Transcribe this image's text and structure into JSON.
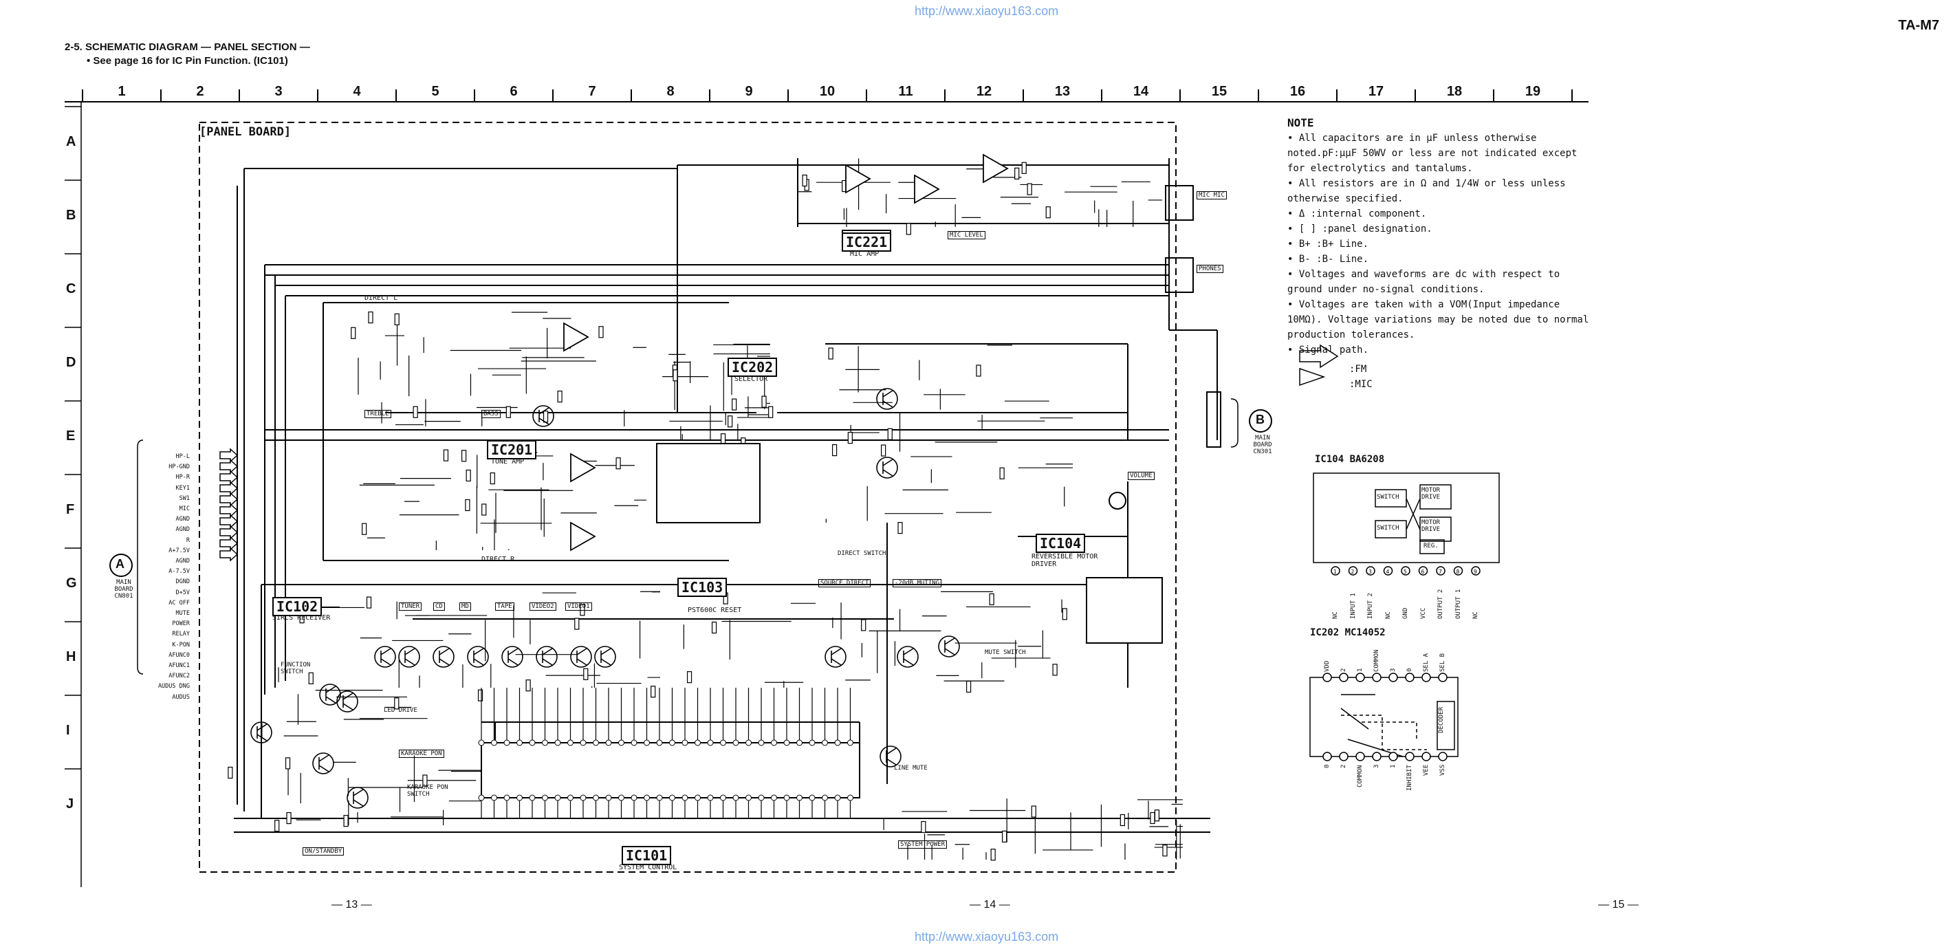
{
  "watermark": "http://www.xiaoyu163.com",
  "model": "TA-M7",
  "header": {
    "title": "2-5. SCHEMATIC DIAGRAM — PANEL SECTION —",
    "subtitle": "• See page 16 for IC Pin Function. (IC101)"
  },
  "columns": [
    "1",
    "2",
    "3",
    "4",
    "5",
    "6",
    "7",
    "8",
    "9",
    "10",
    "11",
    "12",
    "13",
    "14",
    "15",
    "16",
    "17",
    "18",
    "19"
  ],
  "rows": [
    "A",
    "B",
    "C",
    "D",
    "E",
    "F",
    "G",
    "H",
    "I",
    "J"
  ],
  "pages": [
    "— 13 —",
    "— 14 —",
    "— 15 —"
  ],
  "board_label": "[PANEL BOARD]",
  "ic_labels": {
    "ic221": "IC221",
    "ic221_desc": "MIC AMP",
    "ic202": "IC202",
    "ic202_desc": "SELECTOR",
    "ic201": "IC201",
    "ic201_desc": "TONE AMP",
    "ic104": "IC104",
    "ic104_desc": "REVERSIBLE MOTOR DRIVER",
    "ic102": "IC102",
    "ic102_desc": "SIRCS RECEIVER",
    "ic103": "IC103",
    "ic103_desc": "PST600C RESET",
    "ic101": "IC101",
    "ic101_desc": "SYSTEM CONTROL"
  },
  "connectors": {
    "a_label": "A",
    "a_desc": "MAIN BOARD CN801",
    "b_label": "B",
    "b_desc": "MAIN BOARD CN301",
    "mic_jack": "MIC MIC",
    "phones": "PHONES",
    "volume": "VOLUME",
    "mic_level": "MIC LEVEL"
  },
  "signals": {
    "direct_l": "DIRECT L",
    "direct_r": "DIRECT R",
    "treble": "TREBLE",
    "bass": "BASS",
    "direct_switch": "DIRECT SWITCH",
    "source_direct": "SOURCE DIRECT",
    "muting": "-20dB MUTING",
    "mute_switch": "MUTE SWITCH",
    "line_mute": "LINE MUTE",
    "function_switch": "FUNCTION SWITCH",
    "led_drive": "LED DRIVE",
    "karaoke_pon": "KARAOKE PON",
    "karaoke_pon_switch": "KARAOKE PON SWITCH",
    "on_standby": "ON/STANDBY",
    "system_power": "SYSTEM POWER",
    "tuner": "TUNER",
    "cd": "CD",
    "md": "MD",
    "tape": "TAPE",
    "video1": "VIDEO1",
    "video2": "VIDEO2"
  },
  "cn_pins": [
    "HP-L",
    "HP-GND",
    "HP-R",
    "KEY1",
    "SW1",
    "MIC",
    "AGND",
    "AGND",
    "R",
    "A+7.5V",
    "AGND",
    "A-7.5V",
    "DGND",
    "D+5V",
    "AC OFF MUTE",
    "POWER RELAY",
    "K-PON",
    "AFUNC0",
    "AFUNC1",
    "AFUNC2",
    "AUDUS DNG",
    "AUDUS"
  ],
  "note": {
    "title": "NOTE",
    "items": [
      "• All capacitors are in µF unless otherwise noted.pF:µµF 50WV or less are not indicated except for electrolytics and tantalums.",
      "• All resistors are in Ω and 1/4W or less unless otherwise specified.",
      "• Δ :internal component.",
      "• [ ] :panel designation.",
      "• B+ :B+ Line.",
      "• B- :B- Line.",
      "• Voltages and waveforms are dc with respect to ground under no-signal conditions.",
      "• Voltages are taken with a VOM(Input impedance 10MΩ). Voltage variations may be noted due to normal production tolerances.",
      "• Signal path."
    ],
    "fm": ":FM",
    "mic": ":MIC"
  },
  "ic104_block": {
    "title": "IC104 BA6208",
    "switch1": "SWITCH",
    "switch2": "SWITCH",
    "motor1": "MOTOR DRIVE",
    "motor2": "MOTOR DRIVE",
    "reg": "REG.",
    "pins": [
      "NC",
      "INPUT 1",
      "INPUT 2",
      "NC",
      "GND",
      "VCC",
      "OUTPUT 2",
      "OUTPUT 1",
      "NC"
    ]
  },
  "ic202_block": {
    "title": "IC202 MC14052",
    "decoder": "DECODER",
    "top_pins": [
      "VDD",
      "2",
      "1",
      "COMMON",
      "3",
      "0",
      "SEL A",
      "SEL B"
    ],
    "bot_pins": [
      "0",
      "2",
      "COMMON",
      "3",
      "1",
      "INHIBIT",
      "VEE",
      "VSS"
    ]
  }
}
